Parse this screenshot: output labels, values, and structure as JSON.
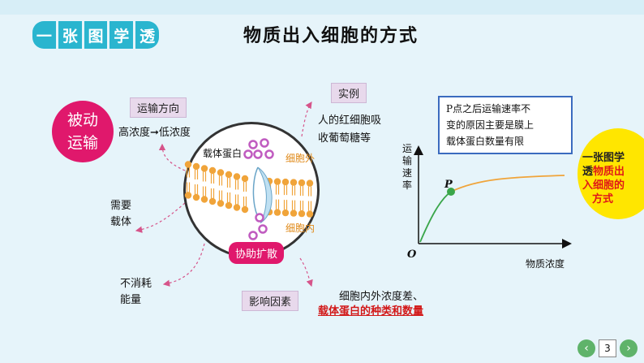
{
  "header": {
    "badge_chars": [
      "一",
      "张",
      "图",
      "学",
      "透"
    ],
    "title": "物质出入细胞的方式"
  },
  "main_label": {
    "line1": "被动",
    "line2": "运输"
  },
  "direction": {
    "tag": "运输方向",
    "text_left": "高浓度",
    "text_right": "低浓度"
  },
  "carrier_need": {
    "line1": "需要",
    "line2": "载体"
  },
  "energy": {
    "line1": "不消耗",
    "line2": "能量"
  },
  "example": {
    "tag": "实例",
    "line1": "人的红细胞吸",
    "line2": "收葡萄糖等"
  },
  "diagram": {
    "protein_label": "载体蛋白",
    "outside_label": "细胞外",
    "inside_label": "细胞内",
    "mode_label": "协助扩散"
  },
  "factors": {
    "tag": "影响因素",
    "line1": "细胞内外浓度差、",
    "line2": "载体蛋白的种类和数量"
  },
  "graph": {
    "ylabel": [
      "运",
      "输",
      "速",
      "率"
    ],
    "xlabel": "物质浓度",
    "origin": "O",
    "point": "P"
  },
  "note": {
    "line1": "P点之后运输速率不",
    "line2": "变的原因主要是膜上",
    "line3": "载体蛋白数量有限"
  },
  "yellow": {
    "l1": "一张图学",
    "l2a": "透",
    "l2b": "物质出",
    "l3": "入细胞的",
    "l4": "方式"
  },
  "pager": {
    "prev": "‹",
    "page": "3",
    "next": "›"
  },
  "colors": {
    "accent": "#2ab5cf",
    "magenta": "#e0186c",
    "lipid": "#f0a43a",
    "curve": "#f0a43a",
    "curve_start": "#3aa64a",
    "molecule": "#c05cc0"
  }
}
